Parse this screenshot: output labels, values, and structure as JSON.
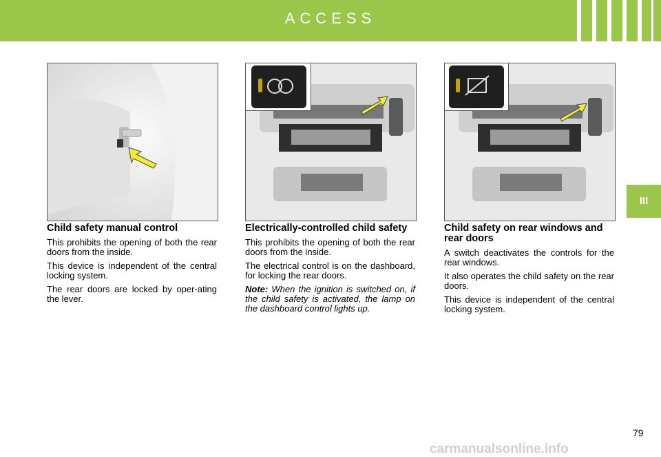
{
  "header": {
    "title": "ACCESS",
    "accent_color": "#9ac64a"
  },
  "chapter_tab": {
    "label": "III"
  },
  "sections": [
    {
      "heading": "Child safety manual control",
      "paragraphs": [
        "This prohibits the opening of both the rear doors from the inside.",
        "This device is independent of the central locking system.",
        "The rear doors are locked by oper-ating the lever."
      ]
    },
    {
      "heading": "Electrically-controlled child safety",
      "paragraphs": [
        "This prohibits the opening of both the rear doors from the inside.",
        "The electrical control is on the dashboard, for locking the rear doors."
      ],
      "note_label": "Note:",
      "note_text": " When the ignition is switched on, if the child safety is activated, the lamp on the dashboard control lights up."
    },
    {
      "heading": "Child safety on rear windows and rear doors",
      "paragraphs": [
        "A switch deactivates the controls for the rear windows.",
        "It also operates the child safety on the rear doors.",
        "This device is independent of the central locking system."
      ]
    }
  ],
  "page_number": "79",
  "watermark": "carmanualsonline.info"
}
